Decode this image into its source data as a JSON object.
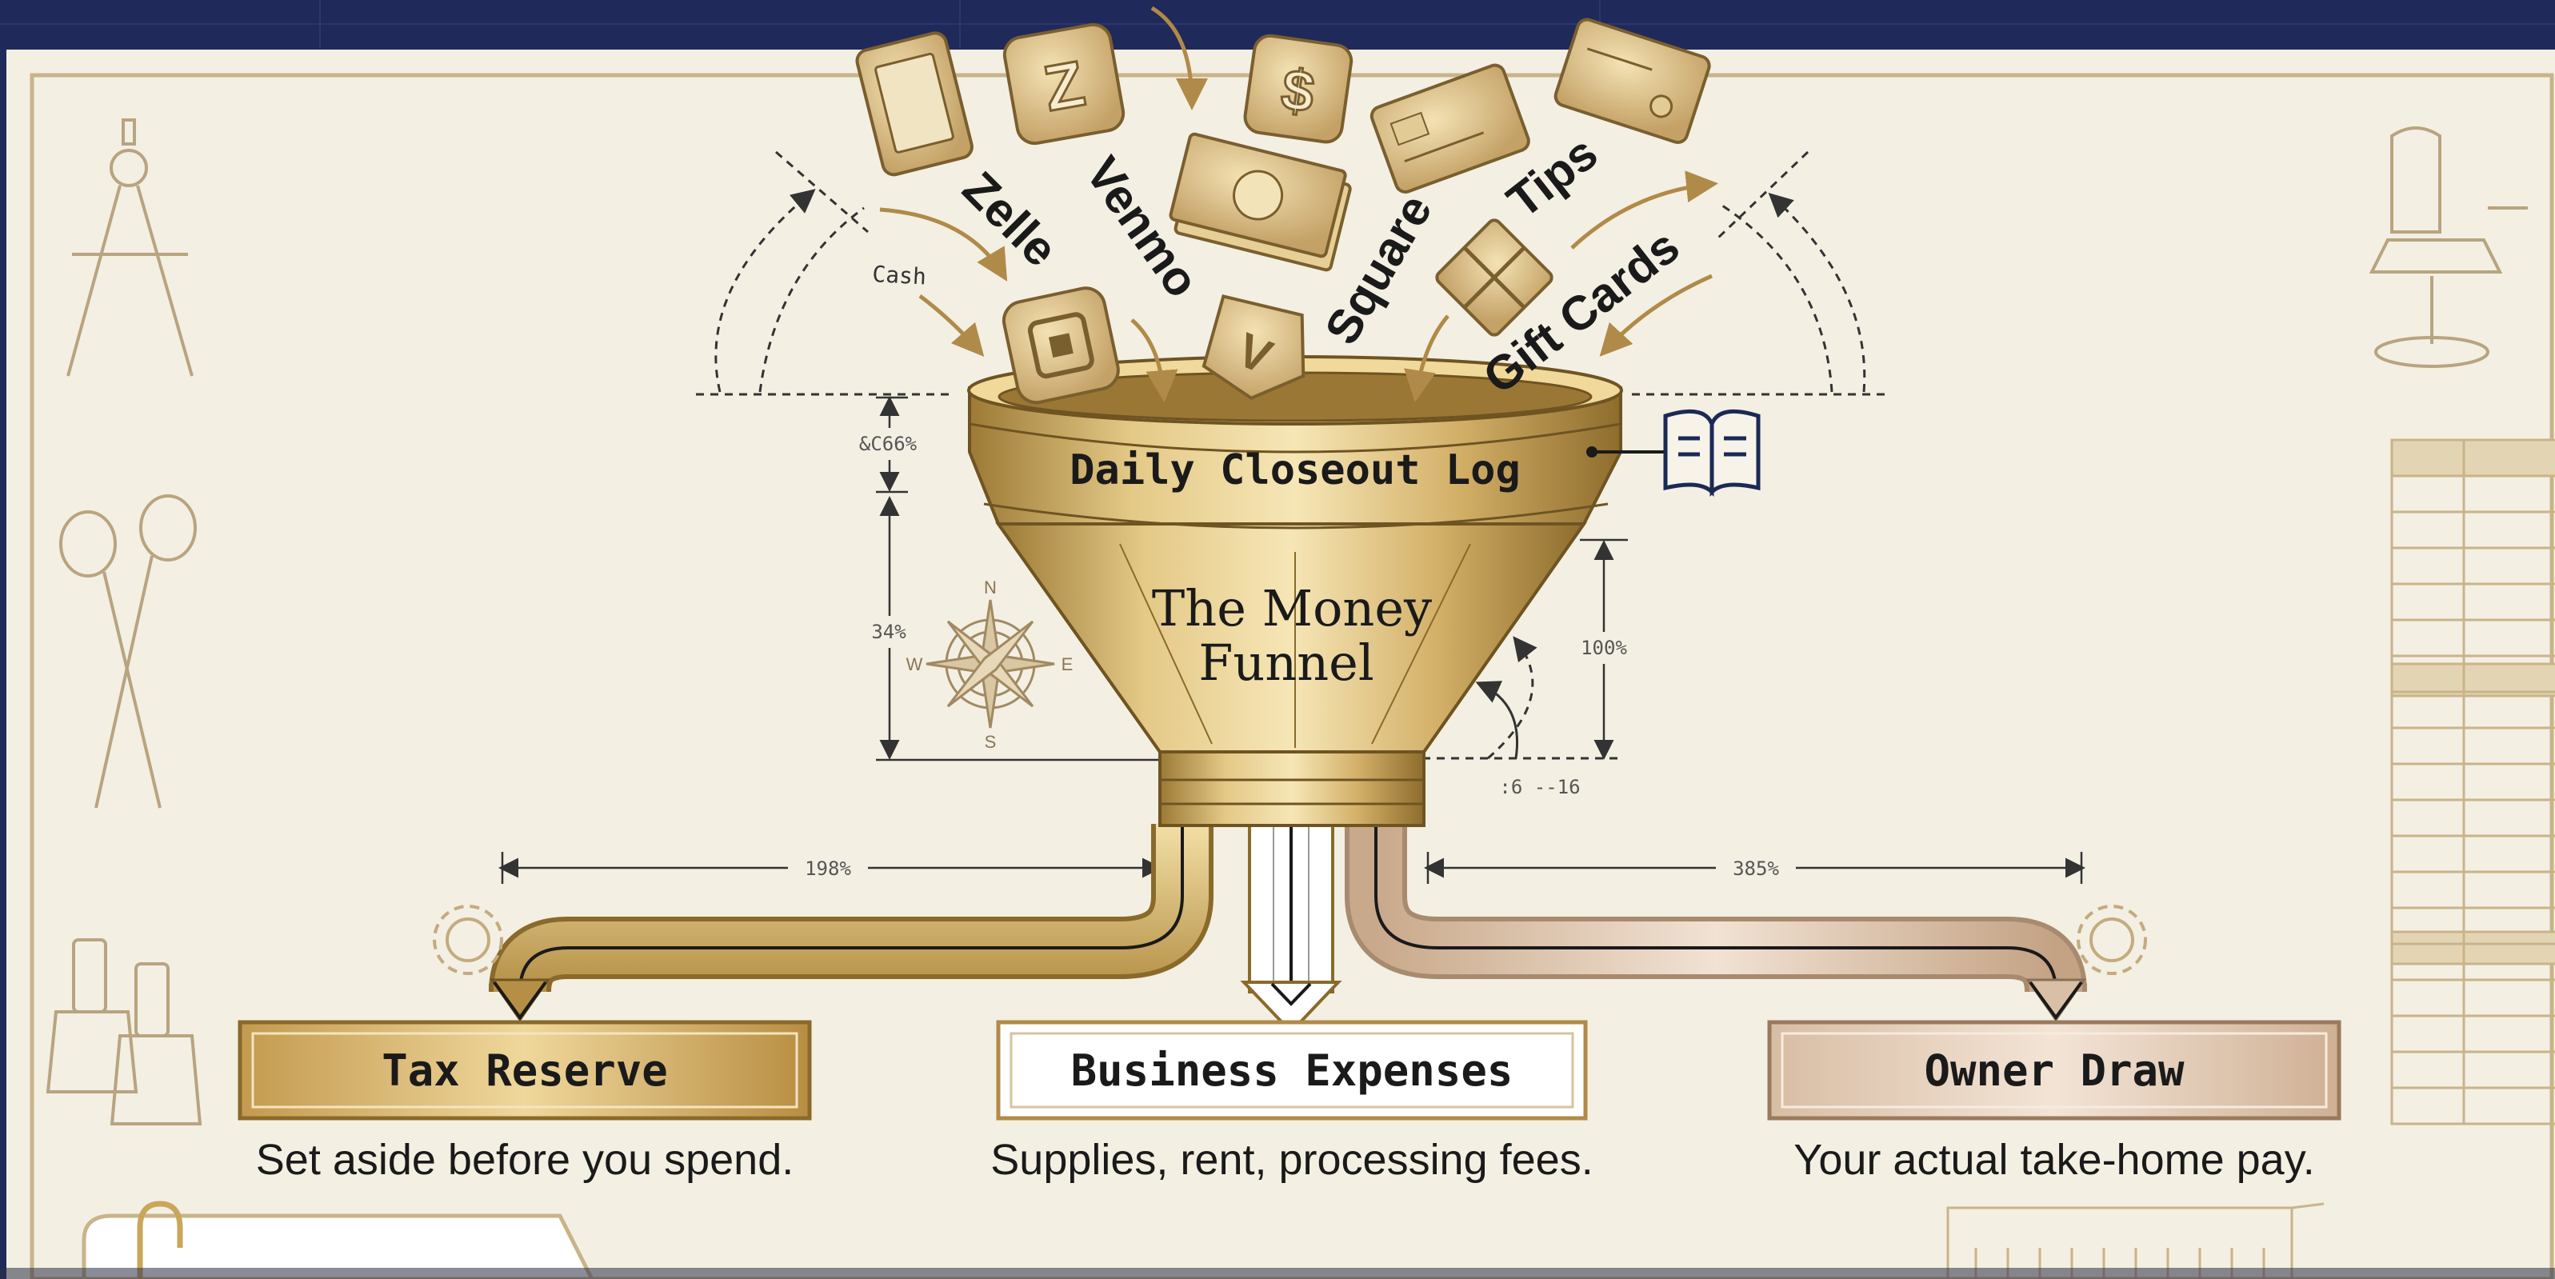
{
  "funnel": {
    "rim_label": "Daily Closeout Log",
    "title_line1": "The Money",
    "title_line2": "Funnel"
  },
  "sources": {
    "cash": "Cash",
    "zelle": "Zelle",
    "venmo": "Venmo",
    "square": "Square",
    "tips": "Tips",
    "gift_cards": "Gift Cards"
  },
  "dimensions": {
    "rim_height": "&C66%",
    "body_height": "34%",
    "right_height": "100%",
    "angle_readout": ":6 --16",
    "left_span": "198%",
    "right_span": "385%"
  },
  "compass": {
    "n": "N",
    "s": "S",
    "e": "E",
    "w": "W"
  },
  "outputs": [
    {
      "label": "Tax Reserve",
      "caption": "Set aside before you spend."
    },
    {
      "label": "Business Expenses",
      "caption": "Supplies, rent, processing fees."
    },
    {
      "label": "Owner Draw",
      "caption": "Your actual take-home pay."
    }
  ],
  "icons": [
    "phone-icon",
    "zelle-coin-icon",
    "dollar-coin-icon",
    "credit-card-icon",
    "cash-bundle-icon",
    "square-icon",
    "venmo-coin-icon",
    "gift-card-icon",
    "ledger-book-icon",
    "compass-rose-icon",
    "drafting-compass-icon",
    "scissors-icon",
    "nail-polish-icon",
    "salon-chair-icon",
    "gear-icon"
  ],
  "colors": {
    "paper": "#f3efe3",
    "gold": "#c9a659",
    "gold_dark": "#8a6a2a",
    "navy": "#1f2a5a",
    "ink": "#1a1a1a",
    "rose_gold": "#d9bfa6"
  }
}
